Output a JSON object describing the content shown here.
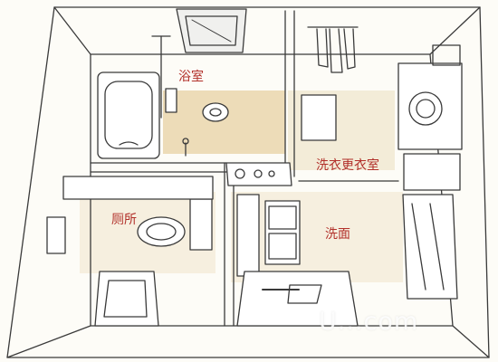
{
  "rooms": {
    "bathroom": "浴室",
    "laundry_dressing": "洗衣更衣室",
    "toilet": "厕所",
    "washroom": "洗面"
  },
  "watermark": "U...com",
  "colors": {
    "label": "#b2302a",
    "floor_tint": "#eddcb8",
    "line": "#3a3a3a",
    "paper": "#fdfcf7"
  }
}
